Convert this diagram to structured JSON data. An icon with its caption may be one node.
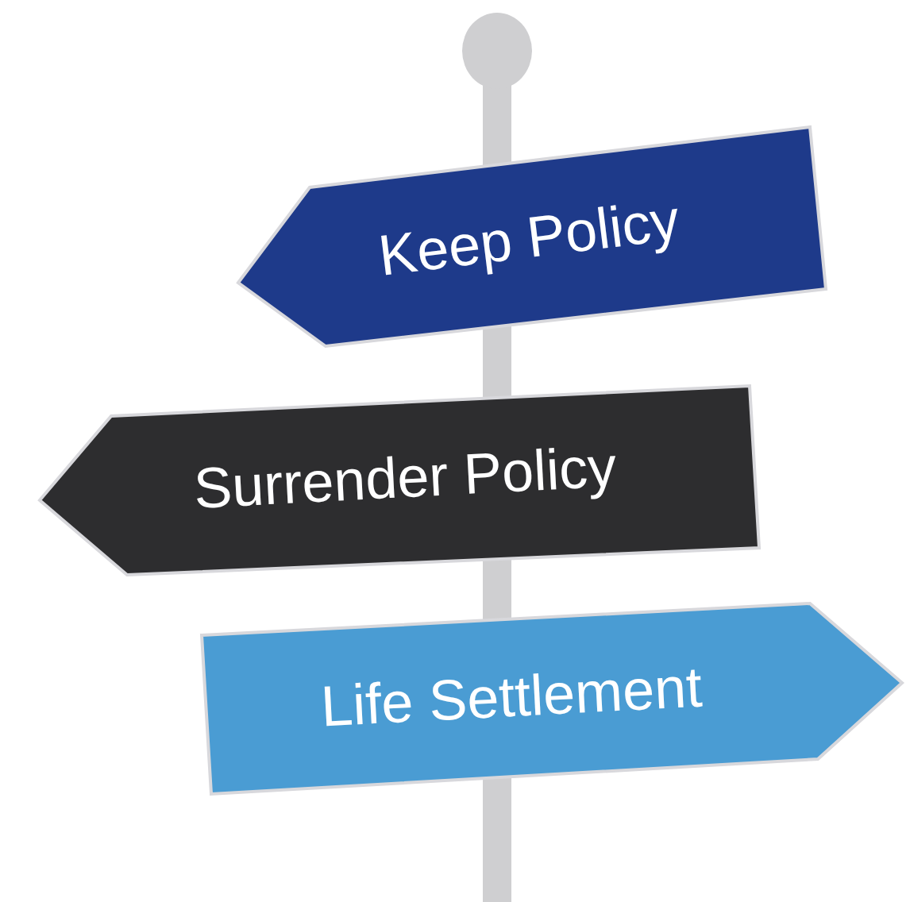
{
  "diagram": {
    "nodes": [
      {
        "text": [
          "Keep Policy"
        ]
      },
      {
        "text": [
          "Surrender Policy"
        ]
      },
      {
        "text": [
          "Life Settlement"
        ]
      }
    ]
  }
}
